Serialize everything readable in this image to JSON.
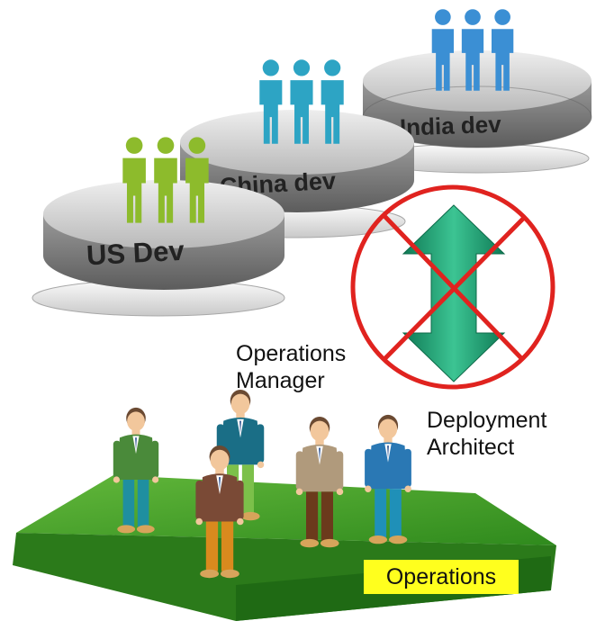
{
  "teams": [
    {
      "id": "india",
      "label": "India dev",
      "color": "#3b8fd4"
    },
    {
      "id": "china",
      "label": "China dev",
      "color": "#2da4c4"
    },
    {
      "id": "us",
      "label": "US Dev",
      "color": "#8dbb2c"
    }
  ],
  "roles": {
    "operations_manager_line1": "Operations",
    "operations_manager_line2": "Manager",
    "deployment_architect_line1": "Deployment",
    "deployment_architect_line2": "Architect"
  },
  "operations": {
    "label": "Operations",
    "highlight": "#ffff1e",
    "platform_color": "#3f9a24"
  },
  "link": {
    "status": "blocked",
    "arrow_color": "#1f9a70",
    "prohibit_color": "#e0231f"
  }
}
